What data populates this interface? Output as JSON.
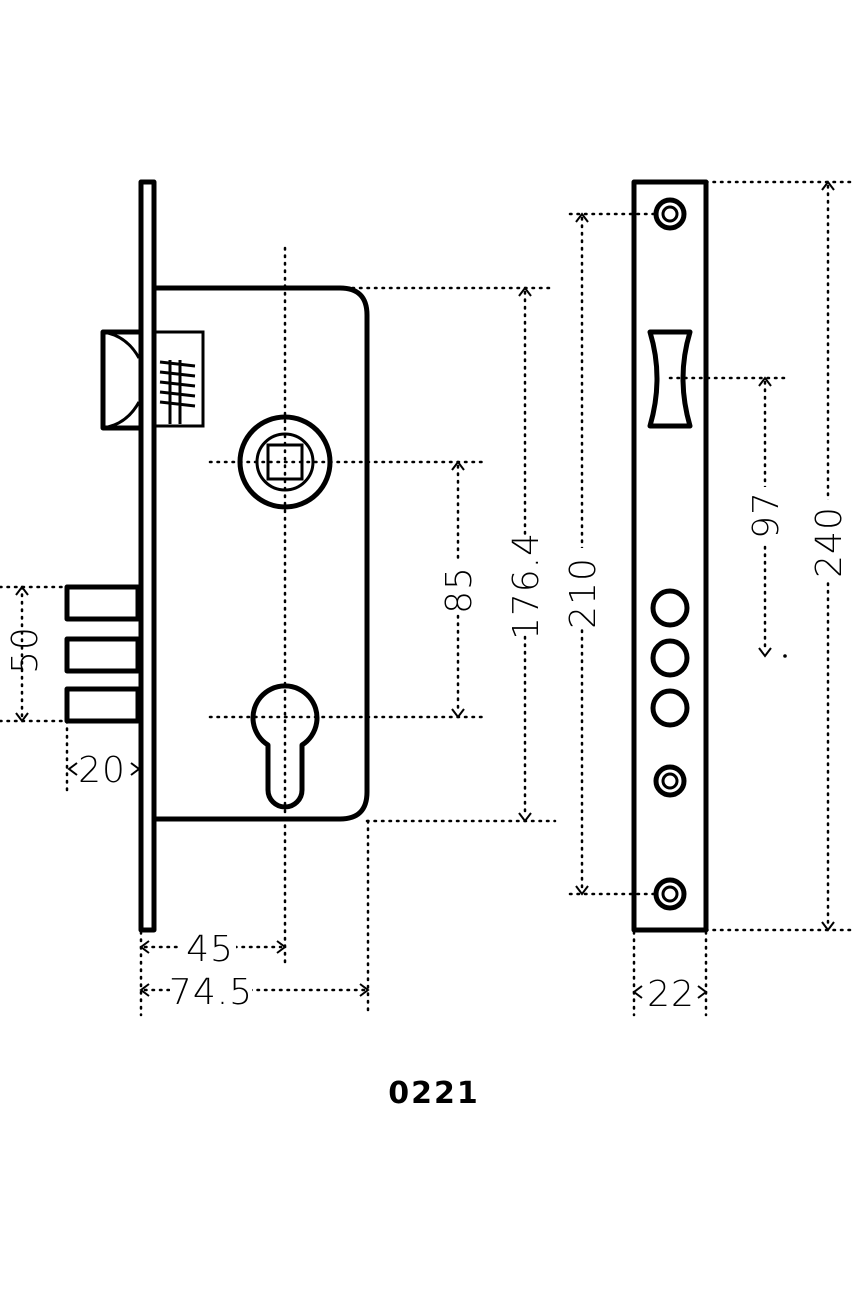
{
  "model_number": "0221",
  "dimensions": {
    "bolt_pitch": "50",
    "bolt_projection": "20",
    "backset": "45",
    "case_depth": "74.5",
    "handle_to_cylinder": "85",
    "case_height": "176.4",
    "fixing_hole_distance": "210",
    "latch_to_cylinder": "97",
    "faceplate_length": "240",
    "faceplate_width": "22"
  }
}
